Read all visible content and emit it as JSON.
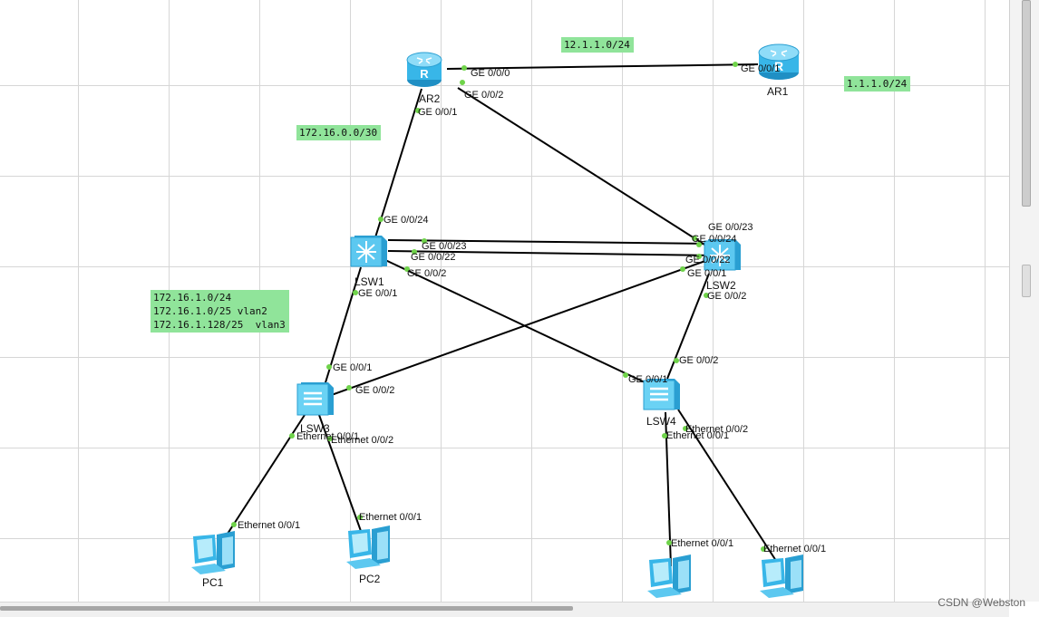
{
  "colors": {
    "label_bg": "#90e49a",
    "port_dot": "#6fd34a",
    "device_blue": "#38b6e8",
    "link": "#000000"
  },
  "networks": {
    "net_12": "12.1.1.0/24",
    "net_1": "1.1.1.0/24",
    "net_172_16_0": "172.16.0.0/30",
    "net_172_16_1": "172.16.1.0/24\n172.16.1.0/25 vlan2\n172.16.1.128/25  vlan3"
  },
  "devices": {
    "ar2": "AR2",
    "ar1": "AR1",
    "lsw1": "LSW1",
    "lsw2": "LSW2",
    "lsw3": "LSW3",
    "lsw4": "LSW4",
    "pc1": "PC1",
    "pc2": "PC2"
  },
  "ports": {
    "ar2_ge000": "GE 0/0/0",
    "ar1_ge001": "GE 0/0/1",
    "ar2_ge002": "GE 0/0/2",
    "ar2_ge001": "GE 0/0/1",
    "lsw1_ge0024": "GE 0/0/24",
    "lsw1_ge0023": "GE 0/0/23",
    "lsw1_ge0022": "GE 0/0/22",
    "lsw1_ge002": "GE 0/0/2",
    "lsw1_ge001": "GE 0/0/1",
    "lsw2_ge0023": "GE 0/0/23",
    "lsw2_ge0024": "GE 0/0/24",
    "lsw2_ge0022": "GE 0/0/22",
    "lsw2_ge001": "GE 0/0/1",
    "lsw2_ge002": "GE 0/0/2",
    "lsw3_ge001": "GE 0/0/1",
    "lsw3_ge002": "GE 0/0/2",
    "lsw3_eth001": "Ethernet 0/0/1",
    "lsw3_eth002": "Ethernet 0/0/2",
    "lsw4_ge002": "GE 0/0/2",
    "lsw4_ge001": "GE 0/0/1",
    "lsw4_eth002": "Ethernet 0/0/2",
    "lsw4_eth001": "Ethernet 0/0/1",
    "pc1_eth001": "Ethernet 0/0/1",
    "pc2_eth001": "Ethernet 0/0/1",
    "pc3_eth001": "Ethernet 0/0/1",
    "pc4_eth001": "Ethernet 0/0/1"
  },
  "watermark": "CSDN @Webston"
}
